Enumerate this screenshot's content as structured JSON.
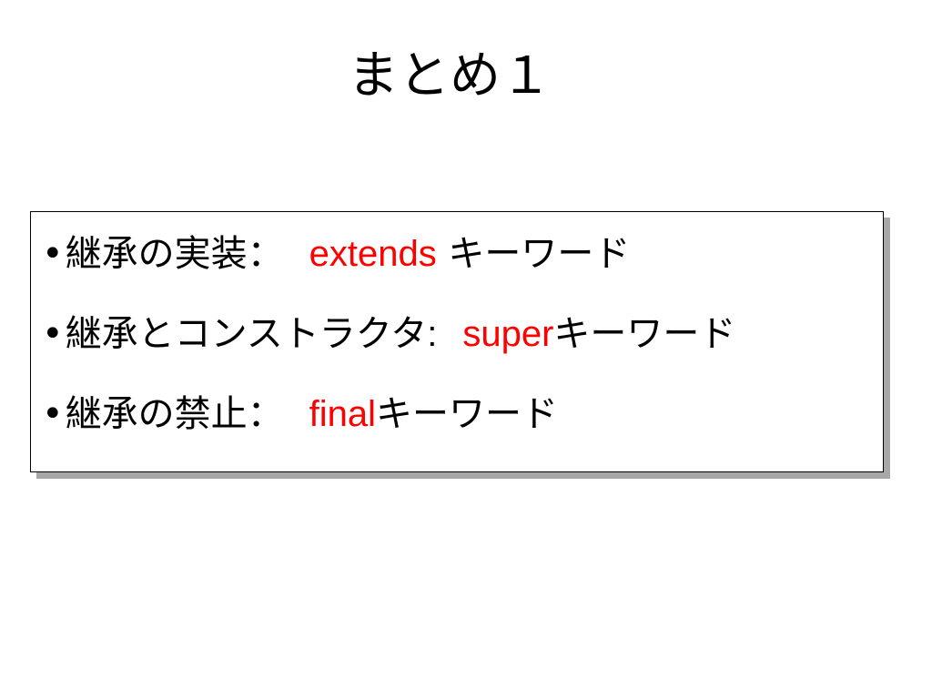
{
  "slide": {
    "title": "まとめ１",
    "items": [
      {
        "bullet": "•",
        "label": "継承の実装",
        "separator": "：",
        "keyword": "extends",
        "suffix": " キーワード"
      },
      {
        "bullet": "•",
        "label": "継承とコンストラクタ",
        "separator": ":",
        "keyword": "super",
        "suffix": "キーワード"
      },
      {
        "bullet": "•",
        "label": "継承の禁止",
        "separator": "：",
        "keyword": "final",
        "suffix": "キーワード"
      }
    ]
  },
  "colors": {
    "keyword": "#ff0000",
    "text": "#000000",
    "shadow": "#a8a8a8"
  }
}
